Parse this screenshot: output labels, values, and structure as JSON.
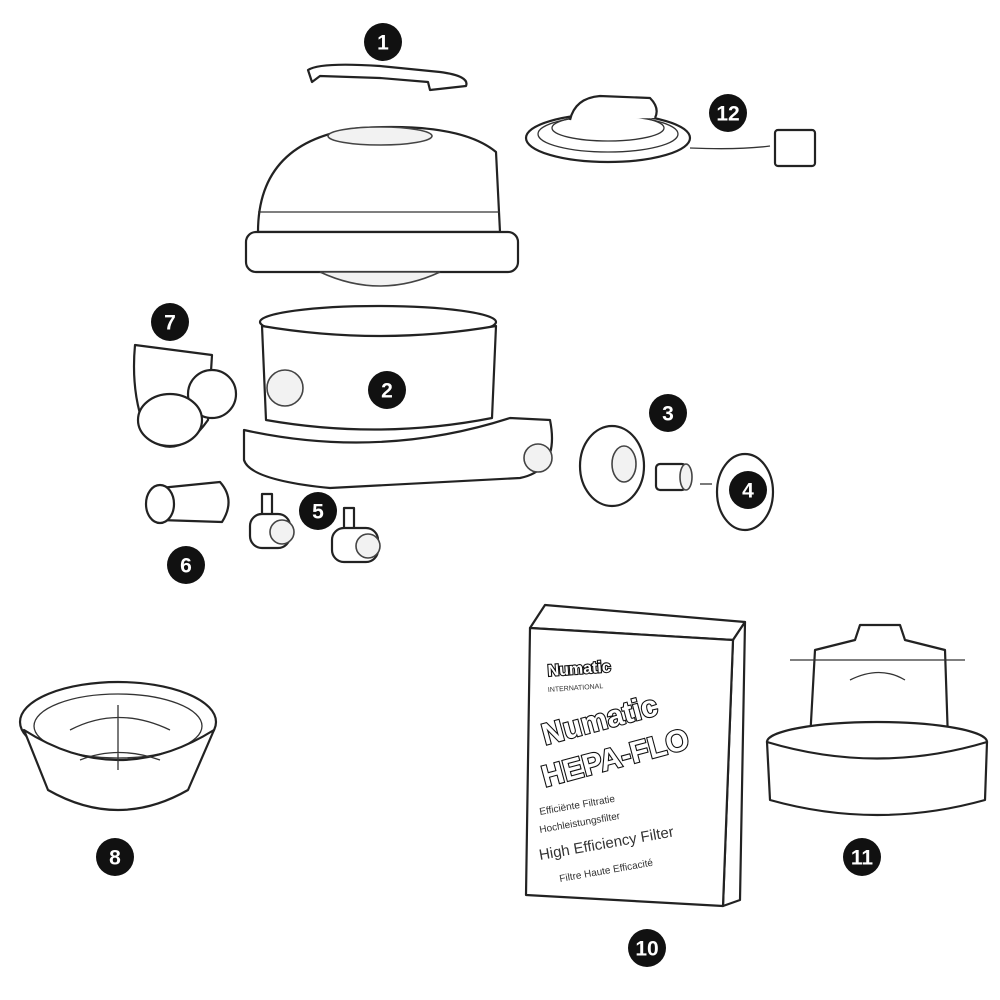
{
  "diagram": {
    "parts": [
      {
        "number": "1",
        "name": "handle"
      },
      {
        "number": "2",
        "name": "container-body"
      },
      {
        "number": "3",
        "name": "hose-socket-assembly"
      },
      {
        "number": "4",
        "name": "cover-plate"
      },
      {
        "number": "5",
        "name": "castor-wheels"
      },
      {
        "number": "6",
        "name": "hose-connector"
      },
      {
        "number": "7",
        "name": "exhaust-flap"
      },
      {
        "number": "8",
        "name": "filter-basket"
      },
      {
        "number": "10",
        "name": "filter-bags-box"
      },
      {
        "number": "11",
        "name": "motor"
      },
      {
        "number": "12",
        "name": "power-cable"
      }
    ],
    "box": {
      "brand_small": "Numatic",
      "brand_sub": "INTERNATIONAL",
      "logo_line1": "Numatic",
      "logo_line2": "HEPA-FLO",
      "lang_nl": "Efficiënte Filtratie",
      "lang_de": "Hochleistungsfilter",
      "lang_en": "High Efficiency Filter",
      "lang_fr": "Filtre Haute Efficacité"
    }
  }
}
